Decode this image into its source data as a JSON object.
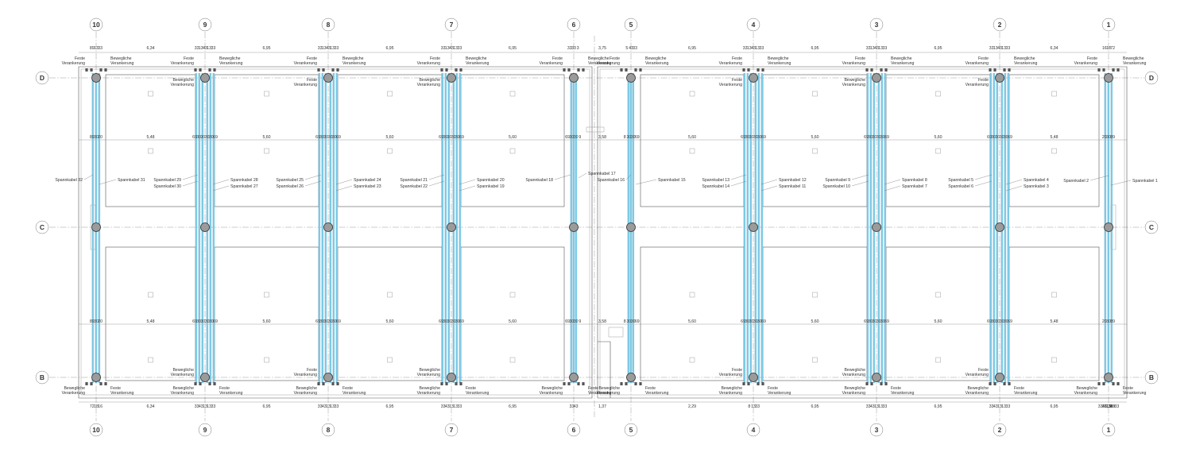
{
  "axes_top": [
    "10",
    "9",
    "8",
    "7",
    "6",
    "5",
    "4",
    "3",
    "2",
    "1"
  ],
  "axes_bottom": [
    "10",
    "9",
    "8",
    "7",
    "6",
    "5",
    "4",
    "3",
    "2",
    "1"
  ],
  "rows": [
    "D",
    "C",
    "B"
  ],
  "rows_right": [
    "D",
    "C",
    "B"
  ],
  "top_dims": [
    "89",
    "13",
    "33",
    "6,34",
    "33",
    "13",
    "43",
    "13",
    "33",
    "6,95",
    "33",
    "13",
    "43",
    "13",
    "33",
    "6,95",
    "33",
    "13",
    "43",
    "13",
    "33",
    "6,95",
    "33",
    "33",
    "3",
    "3,75",
    "5",
    "43",
    "33",
    "6,95",
    "33",
    "13",
    "43",
    "13",
    "33",
    "6,95",
    "33",
    "13",
    "43",
    "13",
    "33",
    "6,95",
    "33",
    "13",
    "43",
    "13",
    "33",
    "6,34",
    "16",
    "18",
    "72"
  ],
  "bottom_dims": [
    "72",
    "18",
    "16",
    "6,34",
    "33",
    "43",
    "13",
    "13",
    "33",
    "6,95",
    "33",
    "43",
    "13",
    "13",
    "33",
    "6,95",
    "33",
    "43",
    "13",
    "13",
    "33",
    "6,95",
    "33",
    "43",
    "1,37",
    "2,29",
    "8",
    "13",
    "33",
    "6,95",
    "33",
    "43",
    "13",
    "13",
    "33",
    "6,95",
    "33",
    "43",
    "13",
    "13",
    "33",
    "6,95",
    "33",
    "43",
    "13",
    "13",
    "33",
    "6,34",
    "33",
    "13",
    "89"
  ],
  "mid_dims": [
    "89",
    "30",
    "20",
    "5,48",
    "69",
    "30",
    "30",
    "30",
    "30",
    "69",
    "5,60",
    "69",
    "30",
    "30",
    "30",
    "30",
    "69",
    "5,60",
    "69",
    "30",
    "30",
    "30",
    "30",
    "69",
    "5,60",
    "69",
    "30",
    "30",
    "9",
    "3,58",
    "8",
    "30",
    "30",
    "69",
    "5,60",
    "69",
    "30",
    "30",
    "30",
    "30",
    "69",
    "5,60",
    "69",
    "30",
    "30",
    "30",
    "30",
    "69",
    "5,60",
    "69",
    "30",
    "30",
    "30",
    "30",
    "69",
    "5,48",
    "20",
    "30",
    "89"
  ],
  "labels": {
    "feste": [
      "Feste",
      "Verankerung"
    ],
    "bewegliche": [
      "Bewegliche",
      "Verankerung"
    ]
  },
  "cables": [
    "Spannkabel 1",
    "Spannkabel 2",
    "Spannkabel 3",
    "Spannkabel 4",
    "Spannkabel 5",
    "Spannkabel 6",
    "Spannkabel 7",
    "Spannkabel 8",
    "Spannkabel 9",
    "Spannkabel 10",
    "Spannkabel 11",
    "Spannkabel 12",
    "Spannkabel 13",
    "Spannkabel 14",
    "Spannkabel 15",
    "Spannkabel 16",
    "Spannkabel 17",
    "Spannkabel 18",
    "Spannkabel 19",
    "Spannkabel 20",
    "Spannkabel 21",
    "Spannkabel 22",
    "Spannkabel 23",
    "Spannkabel 24",
    "Spannkabel 25",
    "Spannkabel 26",
    "Spannkabel 27",
    "Spannkabel 28",
    "Spannkabel 29",
    "Spannkabel 30",
    "Spannkabel 31",
    "Spannkabel 32"
  ],
  "colors": {
    "cable": "#7fcde8",
    "column": "#9b9b9b",
    "line": "#555555",
    "grid": "#9a9a9a"
  }
}
